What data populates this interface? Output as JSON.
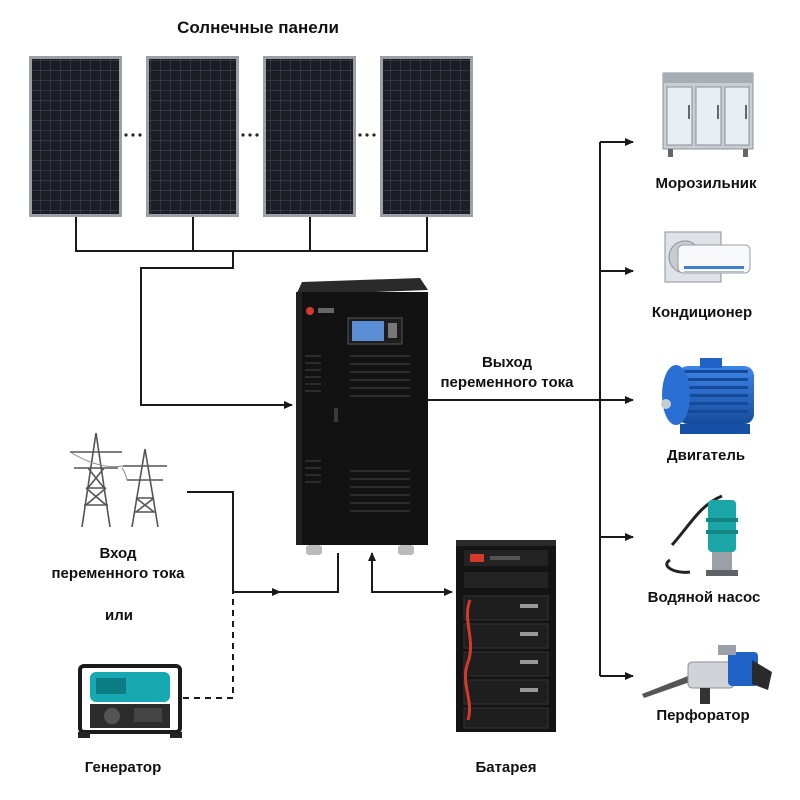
{
  "solar": {
    "title": "Солнечные панели"
  },
  "ac_output": {
    "line1": "Выход",
    "line2": "переменного тока"
  },
  "ac_input": {
    "line1": "Вход",
    "line2": "переменного тока"
  },
  "or_label": "или",
  "generator": {
    "label": "Генератор"
  },
  "battery": {
    "label": "Батарея"
  },
  "loads": [
    {
      "label": "Морозильник"
    },
    {
      "label": "Кондиционер"
    },
    {
      "label": "Двигатель"
    },
    {
      "label": "Водяной насос"
    },
    {
      "label": "Перфоратор"
    }
  ],
  "colors": {
    "panel_cell": "#1b1e24",
    "panel_frame": "#9aa0a6",
    "inverter": "#121212",
    "motor_blue": "#1f63c9",
    "pump_teal": "#1aa6a6",
    "generator_teal": "#17a9b2",
    "battery_red": "#d33a2c",
    "wire": "#1a1a1a"
  }
}
